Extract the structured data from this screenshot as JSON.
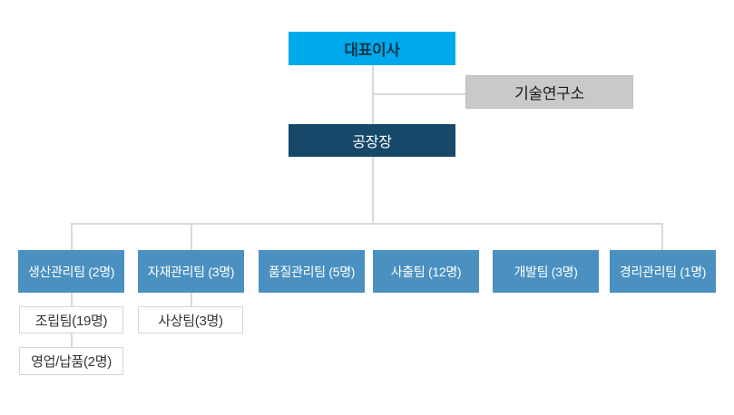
{
  "org_chart": {
    "ceo": {
      "label": "대표이사"
    },
    "research_institute": {
      "label": "기술연구소"
    },
    "factory_manager": {
      "label": "공장장"
    },
    "teams": [
      {
        "label": "생산관리팀 (2명)"
      },
      {
        "label": "자재관리팀 (3명)"
      },
      {
        "label": "품질관리팀 (5명)"
      },
      {
        "label": "사출팀 (12명)"
      },
      {
        "label": "개발팀 (3명)"
      },
      {
        "label": "경리관리팀 (1명)"
      }
    ],
    "sub_teams": [
      {
        "label": "조립팀(19명)",
        "parent": "생산관리팀 (2명)"
      },
      {
        "label": "영업/납품(2명)",
        "parent": "조립팀(19명)"
      },
      {
        "label": "사상팀(3명)",
        "parent": "자재관리팀 (3명)"
      }
    ]
  },
  "colors": {
    "background": "#FFFFFF",
    "ceo_bg": "#00A9EC",
    "ceo_text": "#10384F",
    "research_bg": "#C9C9C9",
    "research_text": "#1A1A1A",
    "factory_bg": "#16486A",
    "factory_text": "#FFFFFF",
    "team_bg": "#4A90C0",
    "team_text": "#FFFFFF",
    "sub_border": "#D6D6D6",
    "sub_text": "#333333",
    "connector": "#D9D9D9"
  }
}
